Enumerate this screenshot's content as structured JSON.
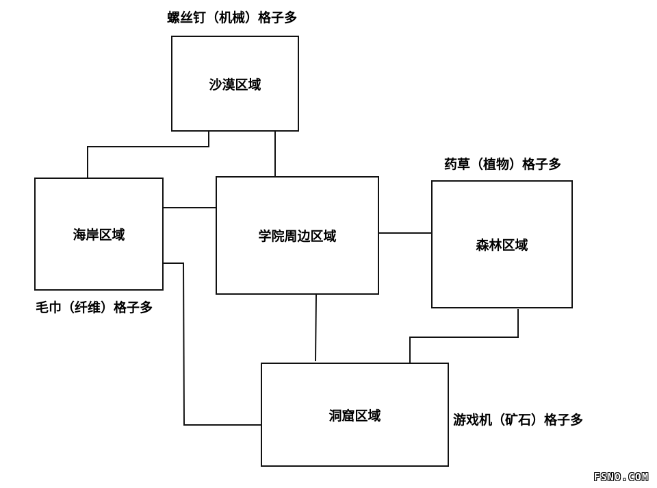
{
  "regions": {
    "desert": {
      "label": "沙漠区域",
      "note": "螺丝钉（机械）格子多"
    },
    "coast": {
      "label": "海岸区域",
      "note": "毛巾（纤维）格子多"
    },
    "academy": {
      "label": "学院周边区域"
    },
    "forest": {
      "label": "森林区域",
      "note": "药草（植物）格子多"
    },
    "cave": {
      "label": "洞窟区域",
      "note": "游戏机（矿石）格子多"
    }
  },
  "connections": [
    {
      "from": "desert",
      "to": "coast"
    },
    {
      "from": "desert",
      "to": "academy"
    },
    {
      "from": "coast",
      "to": "academy"
    },
    {
      "from": "academy",
      "to": "forest"
    },
    {
      "from": "academy",
      "to": "cave"
    },
    {
      "from": "coast",
      "to": "cave"
    },
    {
      "from": "forest",
      "to": "cave"
    }
  ],
  "watermark": "FSNO.COM",
  "colors": {
    "line": "#111111",
    "background": "#ffffff",
    "text": "#000000"
  }
}
